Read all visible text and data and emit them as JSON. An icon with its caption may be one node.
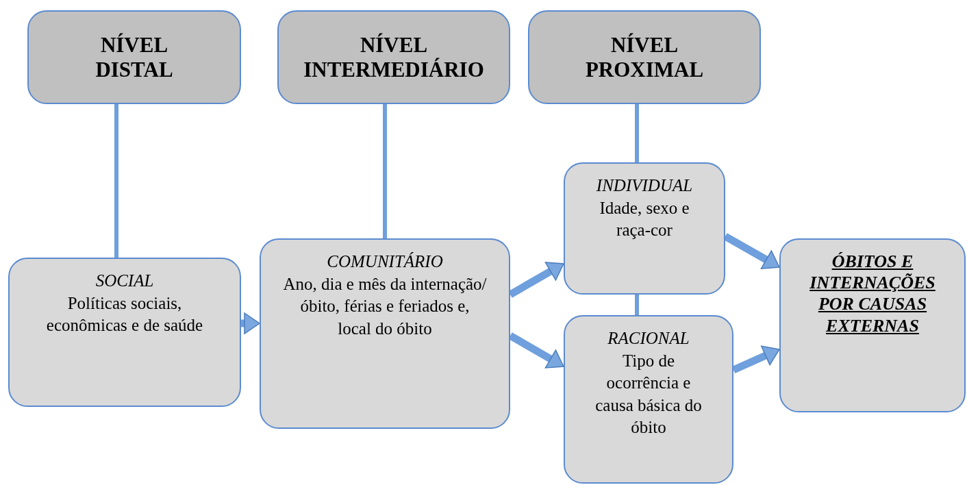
{
  "diagram": {
    "nodes": [
      {
        "text": [
          "NÍVEL DISTAL"
        ]
      },
      {
        "text": [
          "NÍVEL INTERMEDIÁRIO"
        ]
      },
      {
        "text": [
          "NÍVEL PROXIMAL"
        ]
      },
      {
        "text": [
          "SOCIAL",
          "Políticas sociais, econômicas e de saúde"
        ]
      },
      {
        "text": [
          "COMUNITÁRIO",
          "Ano, dia e mês da internação/óbito, férias e feriados e, local do óbito"
        ]
      },
      {
        "text": [
          "INDIVIDUAL",
          "Idade, sexo e raça-cor"
        ]
      },
      {
        "text": [
          "RACIONAL",
          "Tipo de ocorrência e causa básica do óbito"
        ]
      },
      {
        "text": [
          "ÓBITOS E INTERNAÇÕES POR CAUSAS EXTERNAS"
        ]
      }
    ],
    "edges": [
      {
        "from": 0,
        "to": 3,
        "arrow": "none"
      },
      {
        "from": 1,
        "to": 4,
        "arrow": "none"
      },
      {
        "from": 2,
        "to": 5,
        "arrow": "none"
      },
      {
        "from": 5,
        "to": 6,
        "arrow": "none"
      },
      {
        "from": 3,
        "to": 4,
        "arrow": "to"
      },
      {
        "from": 4,
        "to": 5,
        "arrow": "to"
      },
      {
        "from": 4,
        "to": 6,
        "arrow": "to"
      },
      {
        "from": 5,
        "to": 7,
        "arrow": "to"
      },
      {
        "from": 6,
        "to": 7,
        "arrow": "to"
      }
    ]
  }
}
